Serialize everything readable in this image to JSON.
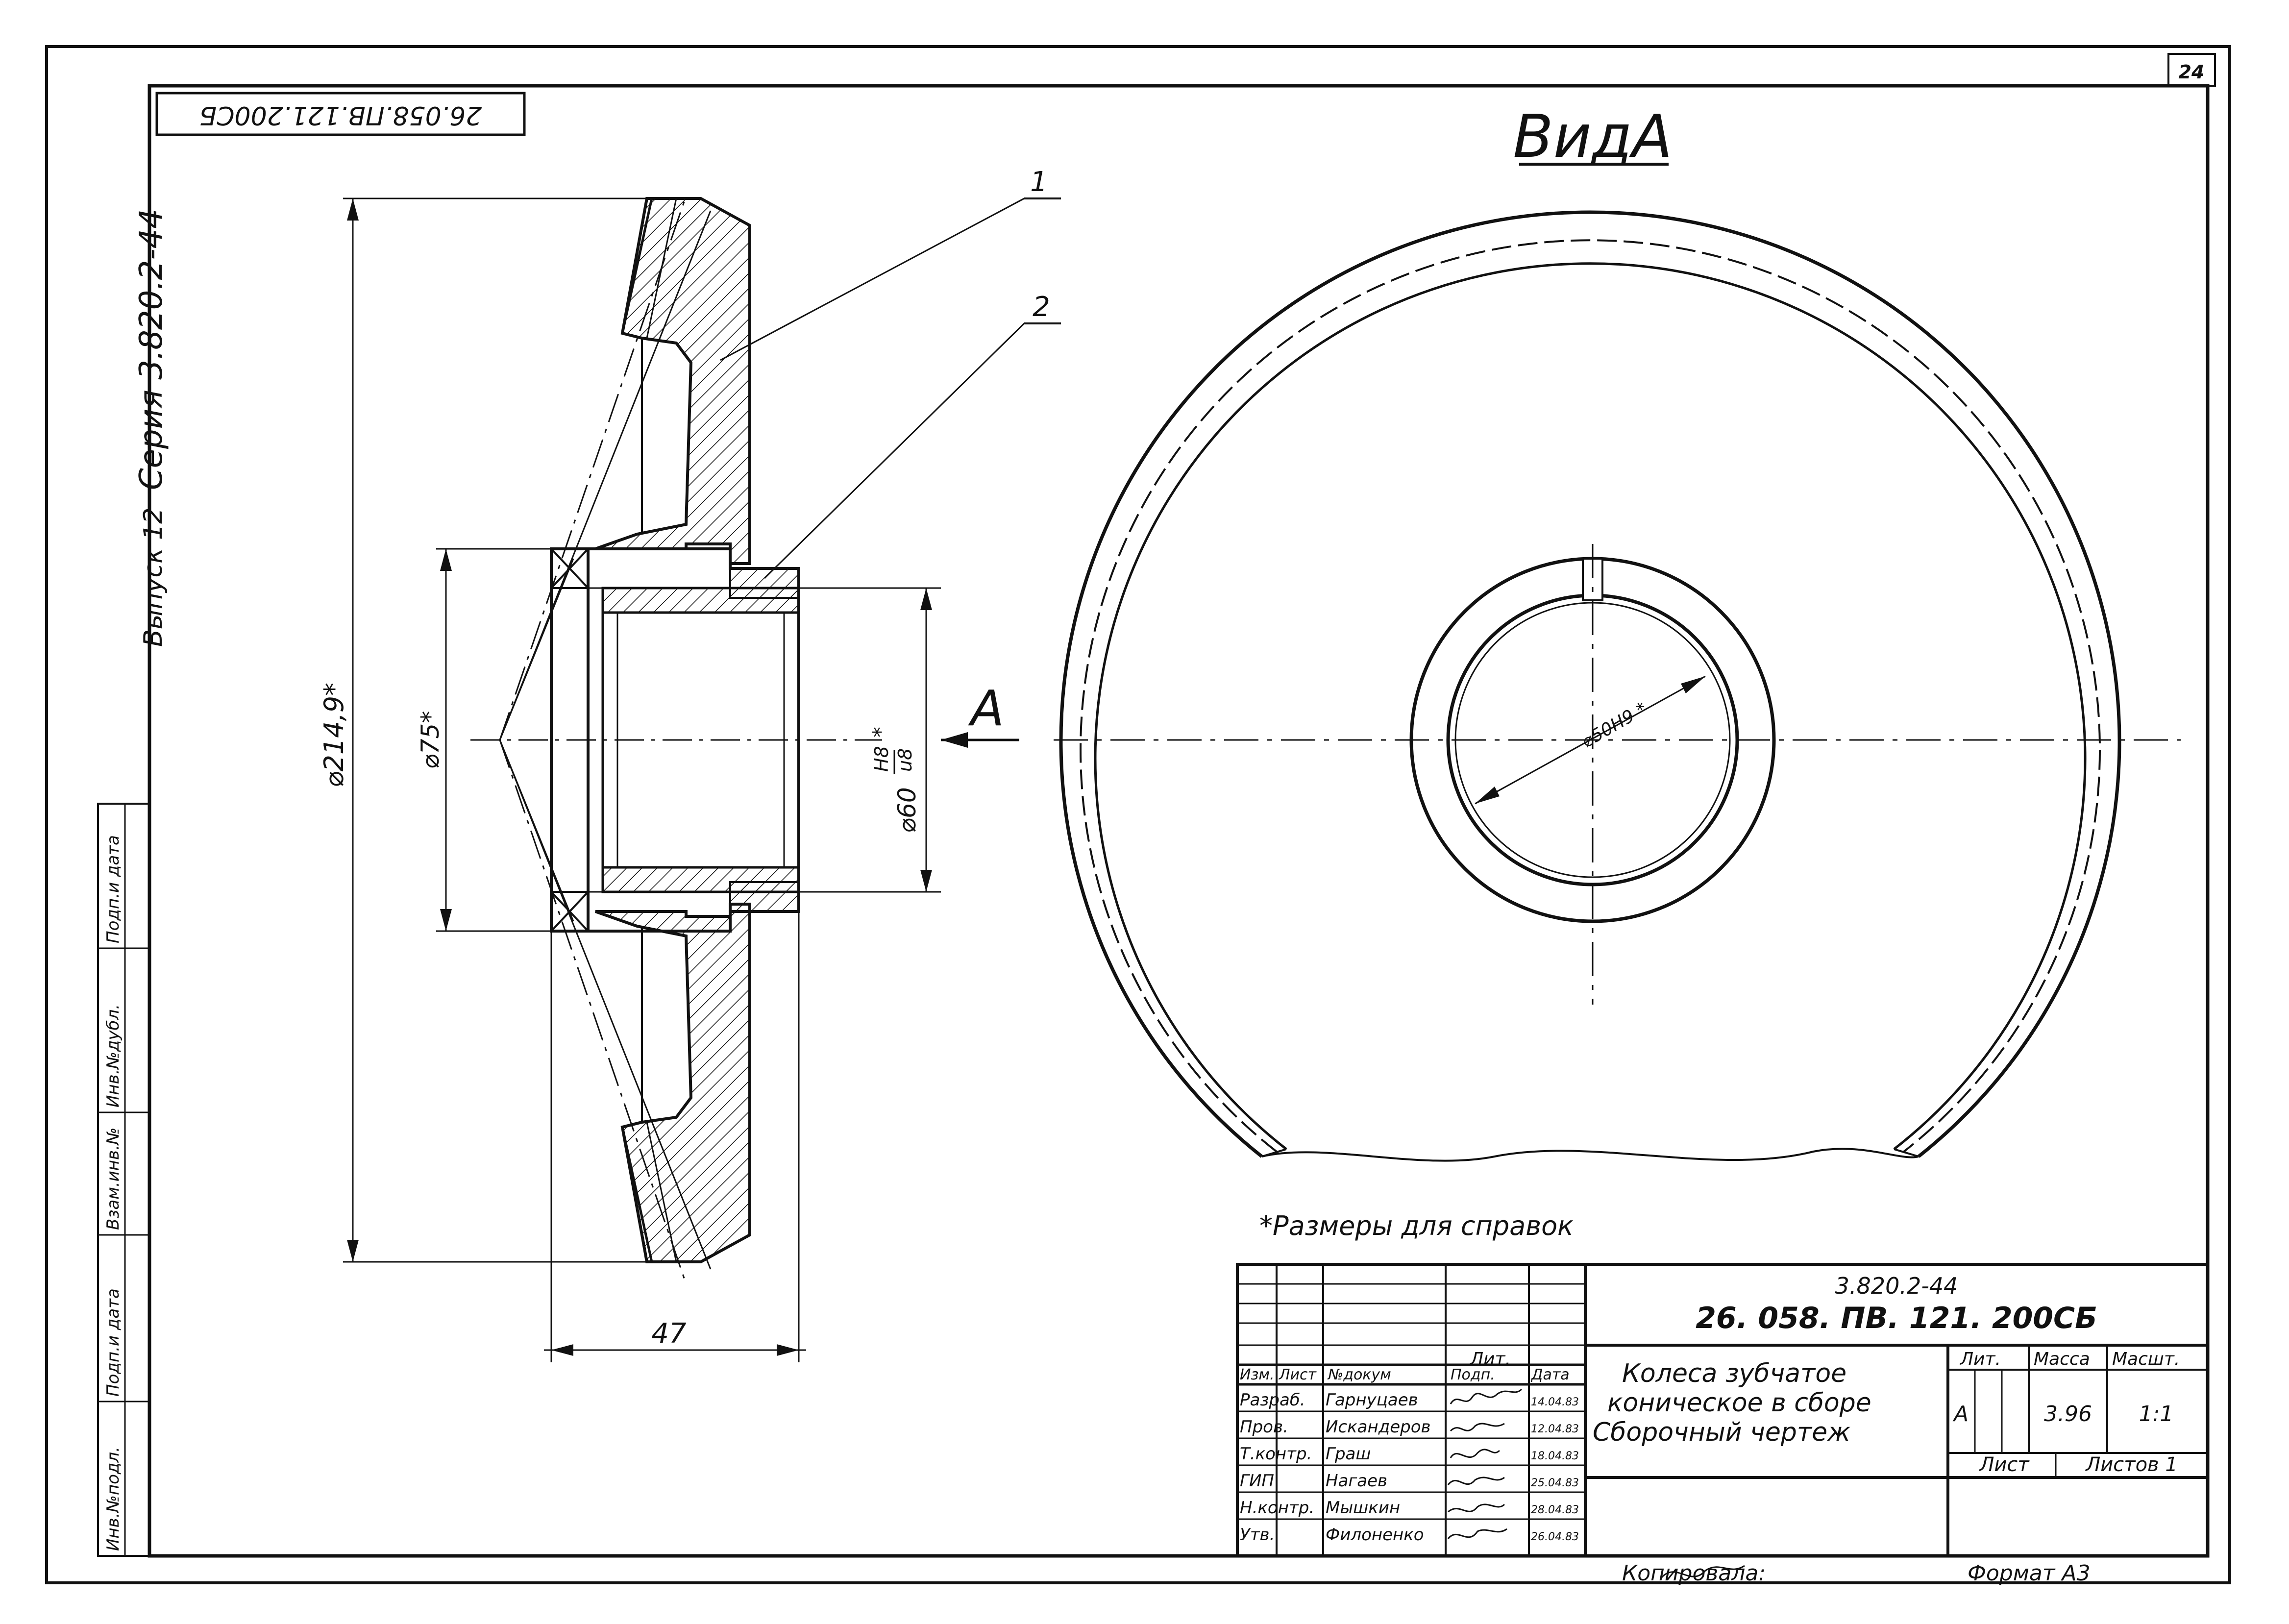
{
  "sheet": {
    "number": "24",
    "stamp_rotated": "26.058.ПВ.121.200СБ",
    "series": "Серия 3.820.2-44",
    "issue": "Выпуск 12",
    "left_strip_labels": [
      "Инв.№подл.",
      "Подп.и дата",
      "Взам.инв.№",
      "Инв.№дубл.",
      "Подп.и дата"
    ]
  },
  "section_view": {
    "leaders": [
      "1",
      "2"
    ],
    "dim_outer": "⌀214,9*",
    "dim_hub": "⌀75*",
    "dim_bore": "⌀60",
    "dim_bore_fit_top": "H8",
    "dim_bore_fit_bottom": "u8",
    "dim_bore_star": "*",
    "dim_width": "47",
    "arrow_label": "А"
  },
  "view_a": {
    "title": "ВидА",
    "dim_bore": "⌀50H9 *"
  },
  "note": "*Размеры для справок",
  "title_block": {
    "code_line1": "3.820.2-44",
    "code_line2": "26. 058. ПВ. 121. 200СБ",
    "name_line1": "Колеса зубчатое",
    "name_line2": "коническое в сборе",
    "name_line3": "Сборочный чертеж",
    "col_headers": [
      "Изм.",
      "Лист",
      "№докум",
      "Подп.",
      "Дата"
    ],
    "rows": [
      {
        "role": "Разраб.",
        "name": "Гарнуцаев",
        "date": "14.04.83"
      },
      {
        "role": "Пров.",
        "name": "Искандеров",
        "date": "12.04.83"
      },
      {
        "role": "Т.контр.",
        "name": "Граш",
        "date": "18.04.83"
      },
      {
        "role": "ГИП",
        "name": "Нагаев",
        "date": "25.04.83"
      },
      {
        "role": "Н.контр.",
        "name": "Мышкин",
        "date": "28.04.83"
      },
      {
        "role": "Утв.",
        "name": "Филоненко",
        "date": "26.04.83"
      }
    ],
    "lit_header": "Лит.",
    "mass_header": "Масса",
    "scale_header": "Масшт.",
    "lit_value": "А",
    "mass_value": "3.96",
    "scale_value": "1:1",
    "sheet_label": "Лист",
    "sheets_label": "Листов 1"
  },
  "footer": {
    "copied_label": "Копировала:",
    "format_label": "Формат А3"
  }
}
